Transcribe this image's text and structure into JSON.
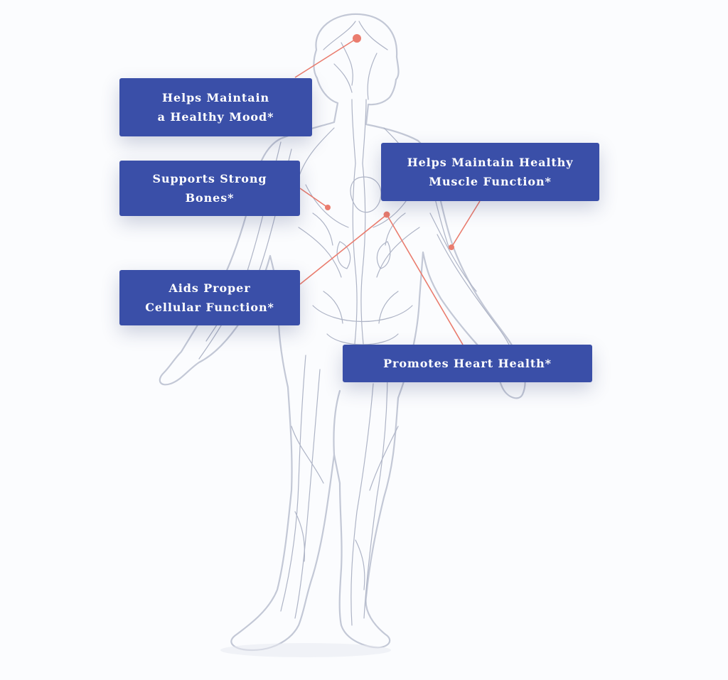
{
  "figure": {
    "illustration": "anatomical-circulatory-figure",
    "colors": {
      "background": "#fbfcfe",
      "figure_line": "#c3c8d6",
      "vein": "#aeb4c6",
      "callout_bg": "#3a4fa8",
      "callout_text": "#ffffff",
      "connector": "#ea7c6e"
    }
  },
  "callouts": {
    "mood": {
      "line1": "Helps Maintain",
      "line2": "a Healthy Mood*"
    },
    "bones": {
      "line1": "Supports Strong",
      "line2": "Bones*"
    },
    "cell": {
      "line1": "Aids Proper",
      "line2": "Cellular Function*"
    },
    "muscle": {
      "line1": "Helps Maintain Healthy",
      "line2": "Muscle Function*"
    },
    "heart": {
      "line1": "Promotes Heart Health*"
    }
  }
}
